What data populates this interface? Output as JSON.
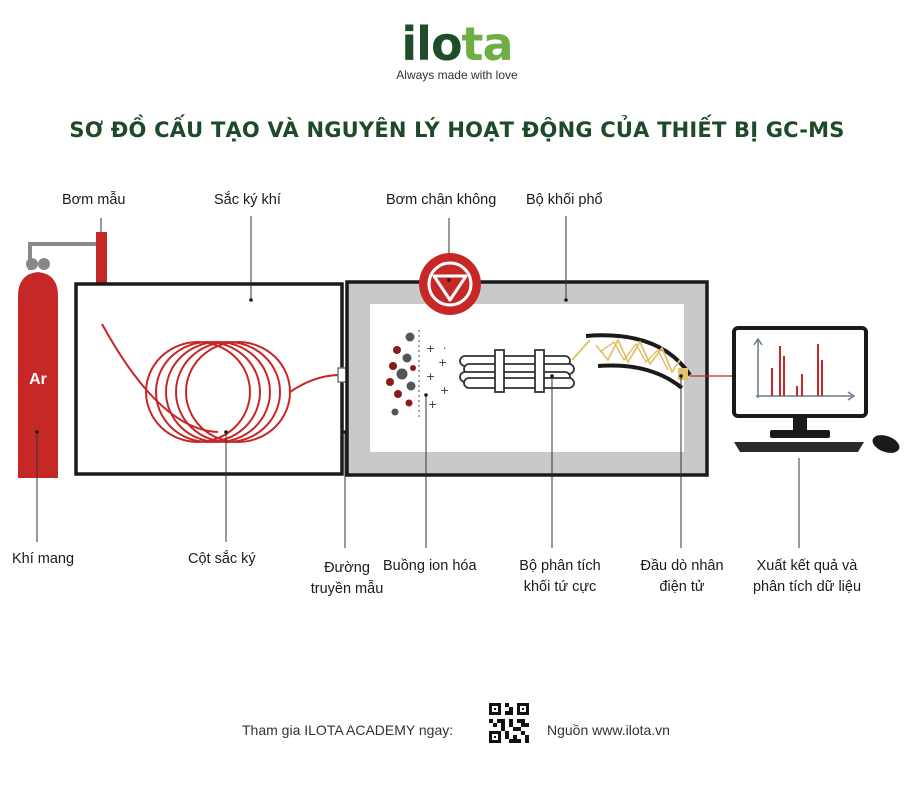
{
  "brand": {
    "name_a": "ilo",
    "name_b": "ta",
    "tagline": "Always made with love"
  },
  "title": "SƠ ĐỒ CẤU TẠO VÀ NGUYÊN LÝ HOẠT ĐỘNG CỦA THIẾT BỊ GC-MS",
  "cylinder_label": "Ar",
  "labels": {
    "bom_mau": "Bơm mẫu",
    "sac_ky_khi": "Sắc ký khí",
    "bom_chan_khong": "Bơm chân không",
    "bo_khoi_pho": "Bộ khối phổ",
    "khi_mang": "Khí mang",
    "cot_sac_ky": "Cột sắc ký",
    "duong_line1": "Đường",
    "duong_line2": "truyền mẫu",
    "buong_ion_hoa": "Buồng ion hóa",
    "bo_phan_tich_line1": "Bộ phân tích",
    "bo_phan_tich_line2": "khối tứ cực",
    "dau_do_line1": "Đầu dò nhân",
    "dau_do_line2": "điện tử",
    "xuat_line1": "Xuất kết quả và",
    "xuat_line2": "phân tích dữ liệu"
  },
  "footer": {
    "join": "Tham gia ILOTA ACADEMY ngay:",
    "source": "Nguồn www.ilota.vn"
  },
  "colors": {
    "red": "#c62828",
    "dark": "#1a1a1a",
    "gray": "#c8c8c8",
    "green": "#1e4a2a",
    "leaf": "#6fae45"
  }
}
